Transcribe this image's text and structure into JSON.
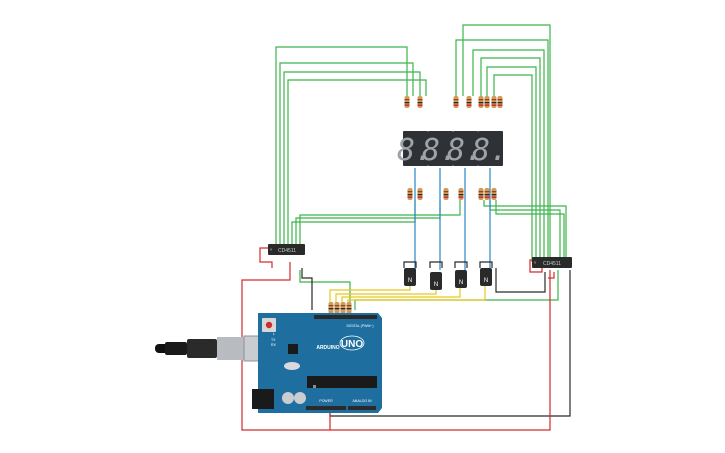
{
  "chips": {
    "left": {
      "label": "CD4511"
    },
    "right": {
      "label": "CD4511"
    }
  },
  "display": {
    "digits": [
      "8.",
      "8.",
      "8.",
      "8."
    ],
    "segment_color": "#9fa3a7",
    "body_color": "#2e3136"
  },
  "transistors": {
    "label": "N",
    "count": 4
  },
  "arduino": {
    "model": "UNO",
    "brand": "ARDUINO",
    "label_digital": "DIGITAL (PWM~)",
    "label_power": "POWER",
    "label_analog": "ANALOG IN",
    "label_tx": "TX",
    "label_rx": "RX",
    "label_l": "L",
    "board_color": "#1f6ea0"
  },
  "wire_colors": {
    "green": "#3cb54a",
    "red": "#d32a2a",
    "black": "#2a2a2a",
    "blue": "#2b86c4",
    "yellow": "#e8c81c",
    "resistor": "#d49a5a"
  },
  "icons": {
    "usb": "usb-cable-icon",
    "reset": "reset-button-icon"
  }
}
